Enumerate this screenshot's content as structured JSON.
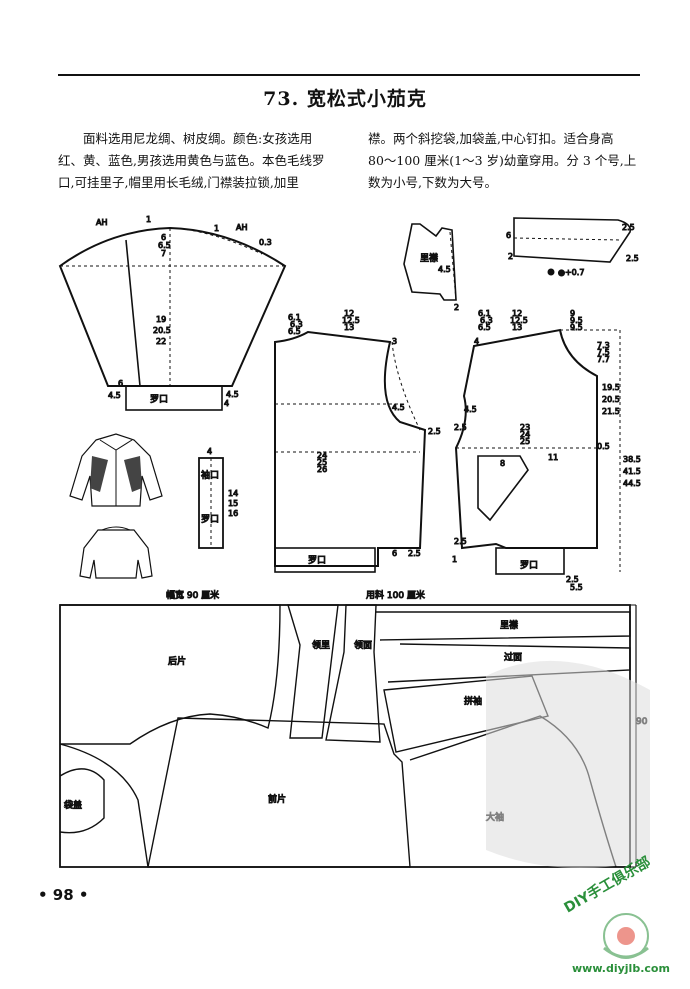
{
  "header": {
    "title": "73. 宽松式小茄克"
  },
  "text": {
    "left": [
      "面料选用尼龙绸、树皮绸。颜色:女孩选用",
      "红、黄、蓝色,男孩选用黄色与蓝色。本色毛线罗",
      "口,可挂里子,帽里用长毛绒,门襟装拉锁,加里"
    ],
    "right": [
      "襟。两个斜挖袋,加袋盖,中心钉扣。适合身高",
      "80～100 厘米(1～3 岁)幼童穿用。分 3 个号,上",
      "数为小号,下数为大号。"
    ]
  },
  "diagram": {
    "sleeve": {
      "ah_left": "AH",
      "ah_right": "AH",
      "n1a": "1",
      "n1b": "1",
      "n03": "0.3",
      "cap": [
        "6",
        "6.5",
        "7"
      ],
      "length": [
        "19",
        "20.5",
        "22"
      ],
      "n6": "6",
      "n45a": "4.5",
      "n45b": "4.5",
      "n4": "4",
      "cuff": "罗口"
    },
    "lining_flap": {
      "label": "里襟",
      "n45": "4.5",
      "n2": "2"
    },
    "collar": {
      "n6": "6",
      "n25a": "2.5",
      "n25b": "2.5",
      "n2": "2",
      "symbol": "●+0.7"
    },
    "back": {
      "neck_small": [
        "6.1",
        "6.3",
        "6.5"
      ],
      "shoulder": [
        "12",
        "12.5",
        "13"
      ],
      "n3": "3",
      "n45": "4.5",
      "n25a": "2.5",
      "chest": [
        "24",
        "25",
        "26"
      ],
      "n6": "6",
      "n25b": "2.5",
      "hem": "罗口"
    },
    "front": {
      "neck_small": [
        "6.1",
        "6.3",
        "6.5"
      ],
      "shoulder": [
        "12",
        "12.5",
        "13"
      ],
      "neck_deep": [
        "9",
        "9.5",
        "9.5"
      ],
      "neck_depth": [
        "7.3",
        "7.5",
        "7.7"
      ],
      "armhole": [
        "19.5",
        "20.5",
        "21.5"
      ],
      "length": [
        "38.5",
        "41.5",
        "44.5"
      ],
      "n4": "4",
      "n45": "4.5",
      "n25a": "2.5",
      "chest": [
        "23",
        "24",
        "25"
      ],
      "n05": "0.5",
      "n11": "11",
      "n8": "8",
      "n25b": "2.5",
      "n1": "1",
      "n55": "5.5",
      "n25c": "2.5",
      "hem": "罗口"
    },
    "cuff_rib": {
      "top": "4",
      "label1": "袖口",
      "label2": "罗口",
      "nums": [
        "14",
        "15",
        "16"
      ]
    },
    "layout": {
      "width_label": "幅宽 90 厘米",
      "fabric_label": "用料 100 厘米",
      "height_label": "90",
      "pieces": {
        "back": "后片",
        "collar_lining": "领里",
        "collar_face": "领面",
        "lining_flap": "里襟",
        "facing": "过面",
        "pieced_sleeve": "拼袖",
        "front": "前片",
        "pocket_flap": "袋盖",
        "big_sleeve": "大袖"
      }
    }
  },
  "footer": {
    "page_number": "• 98 •"
  },
  "watermark": {
    "club": "DIY手工俱乐部",
    "url": "www.diyjlb.com"
  }
}
